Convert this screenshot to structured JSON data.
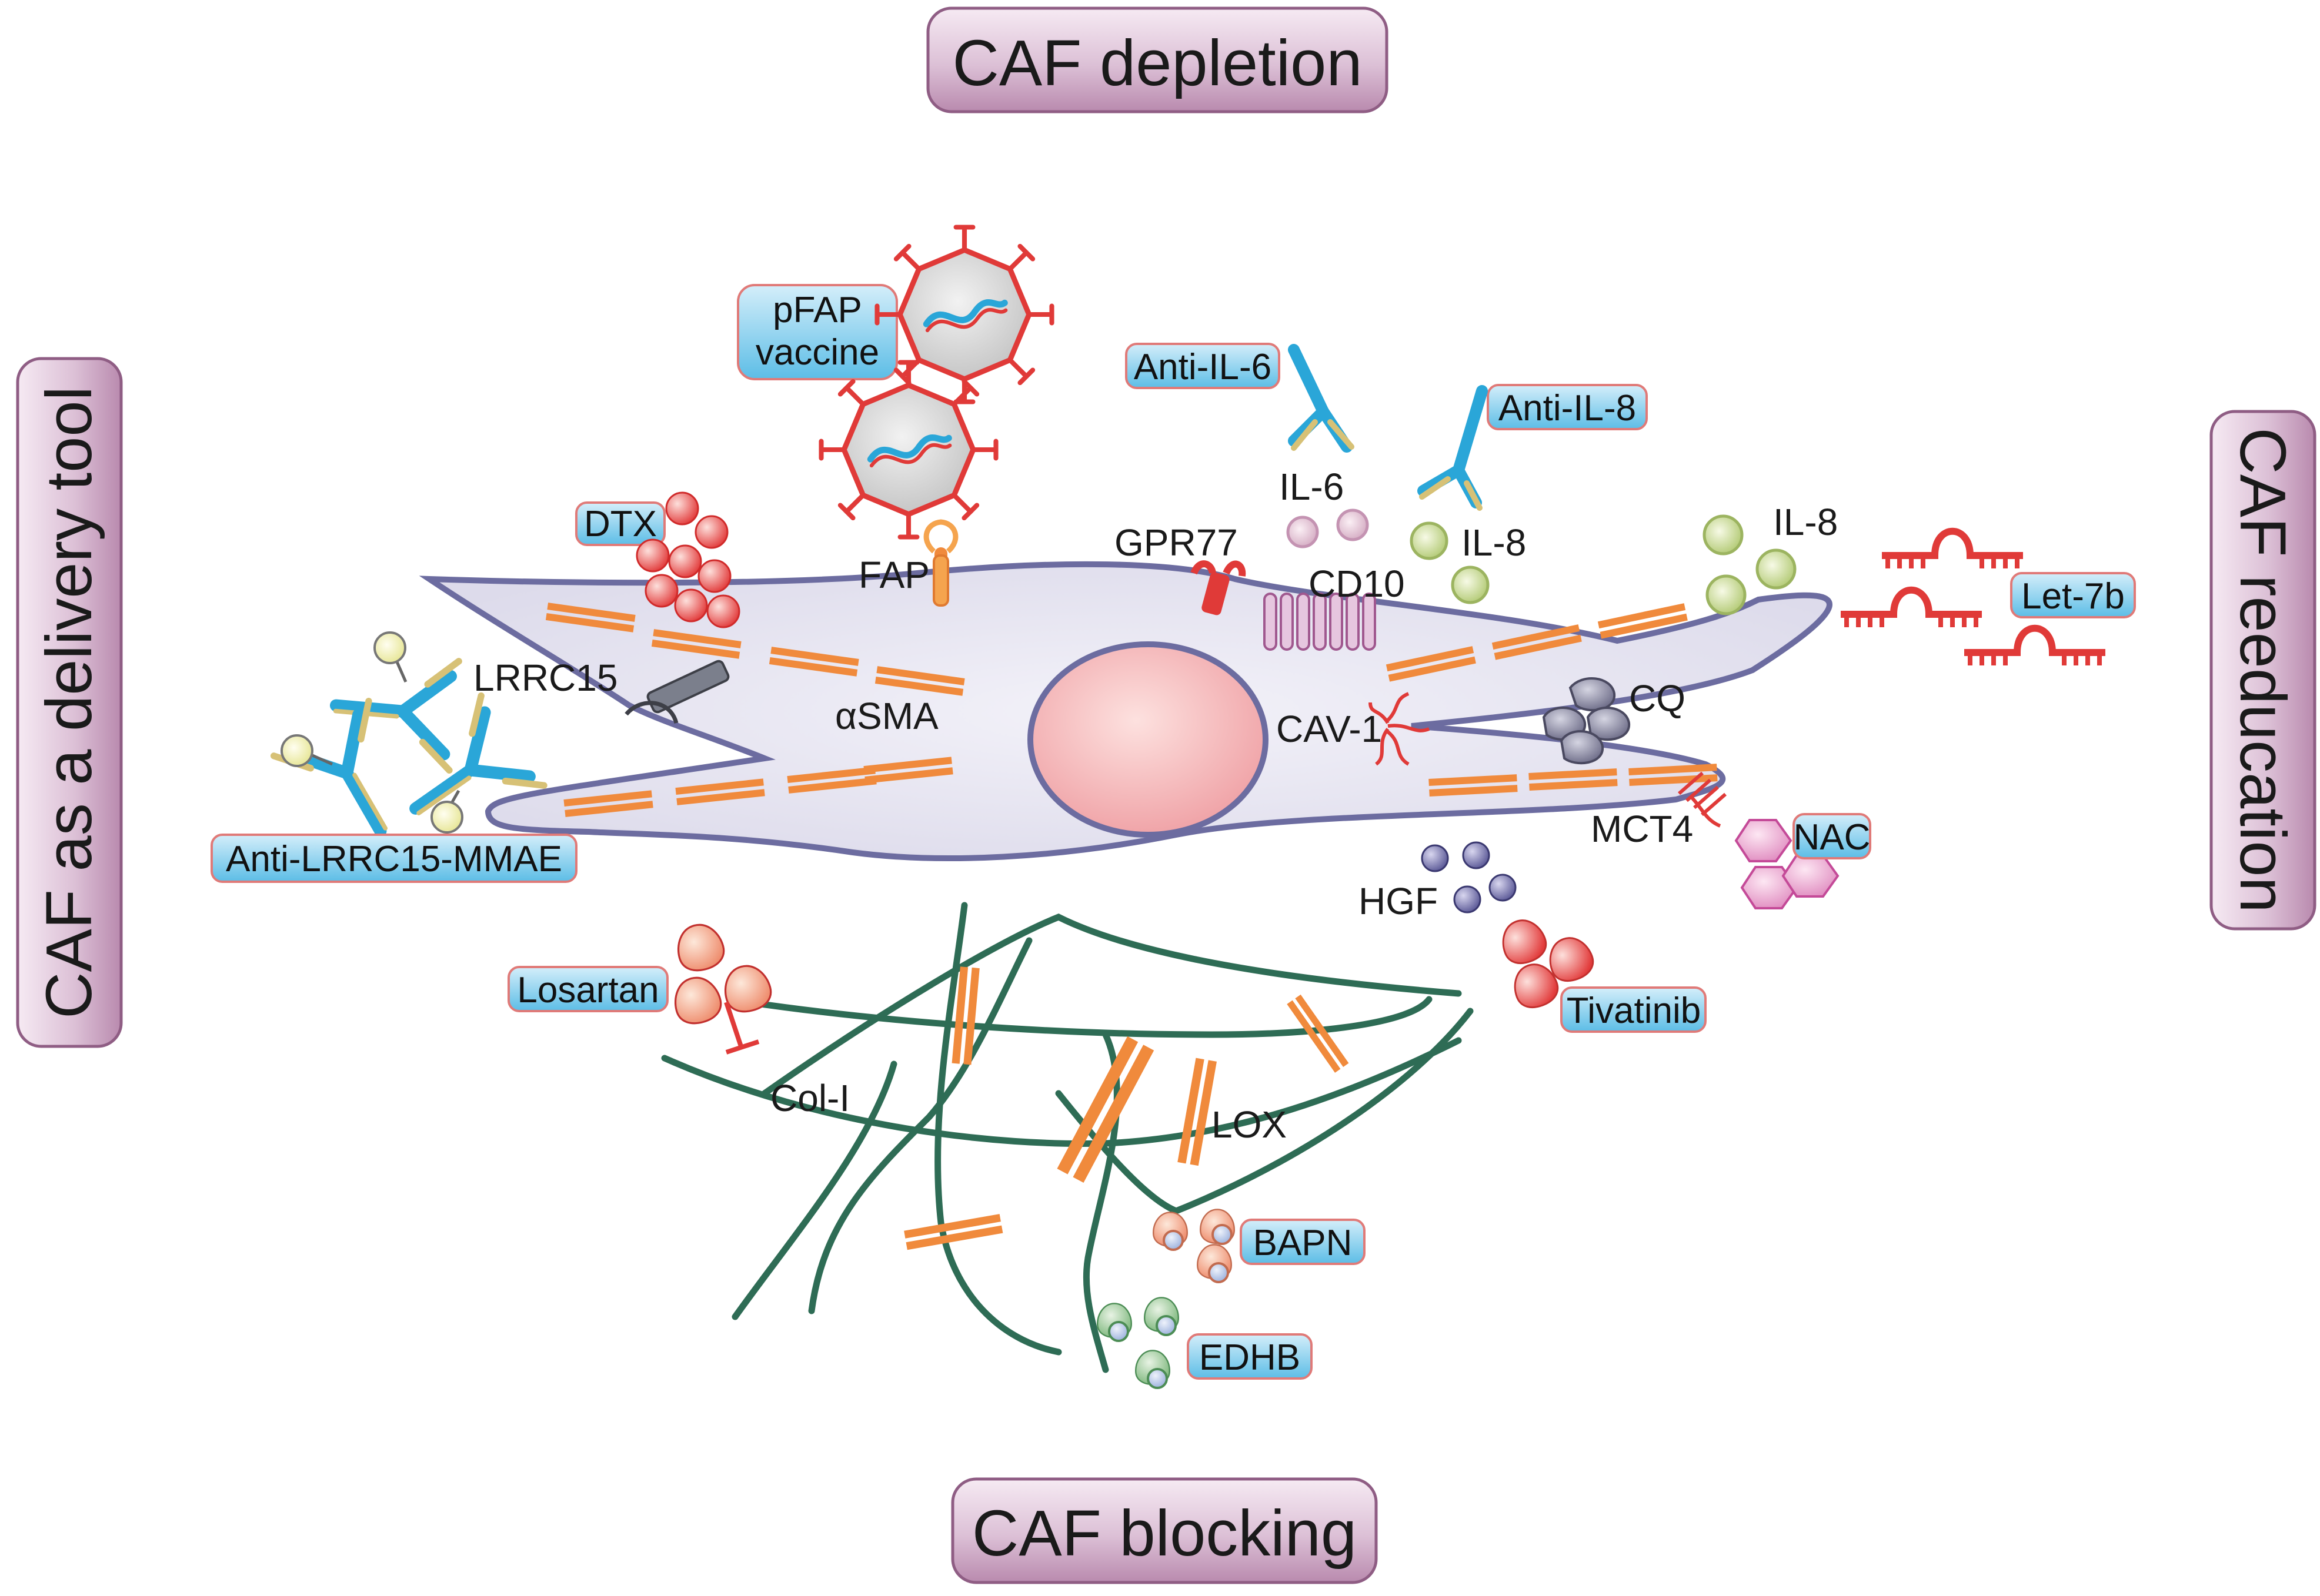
{
  "categories": {
    "top": "CAF depletion",
    "bottom": "CAF blocking",
    "left": "CAF as a delivery tool",
    "right": "CAF reeducation"
  },
  "drugs": {
    "pfap_line1": "pFAP",
    "pfap_line2": "vaccine",
    "anti_il6": "Anti-IL-6",
    "anti_il8": "Anti-IL-8",
    "dtx": "DTX",
    "let7b": "Let-7b",
    "anti_lrrc15": "Anti-LRRC15-MMAE",
    "nac": "NAC",
    "losartan": "Losartan",
    "tivatinib": "Tivatinib",
    "bapn": "BAPN",
    "edhb": "EDHB"
  },
  "labels": {
    "fap": "FAP",
    "gpr77": "GPR77",
    "il6": "IL-6",
    "il8_near": "IL-8",
    "il8_far": "IL-8",
    "cd10": "CD10",
    "lrrc15": "LRRC15",
    "asma": "αSMA",
    "cav1": "CAV-1",
    "cq": "CQ",
    "mct4": "MCT4",
    "hgf": "HGF",
    "col1": "Col-I",
    "lox": "LOX"
  },
  "colors": {
    "cell_fill": "#e6e4f1",
    "cell_stroke": "#6c6ca0",
    "nucleus": "#f5b8ba",
    "fiber": "#2e6c55",
    "dash": "#f08a3c",
    "cat_box": "#dcc0d6",
    "drug_box": "#6cc4e6",
    "red": "#e03a38",
    "antibody": "#2aa6d8"
  }
}
